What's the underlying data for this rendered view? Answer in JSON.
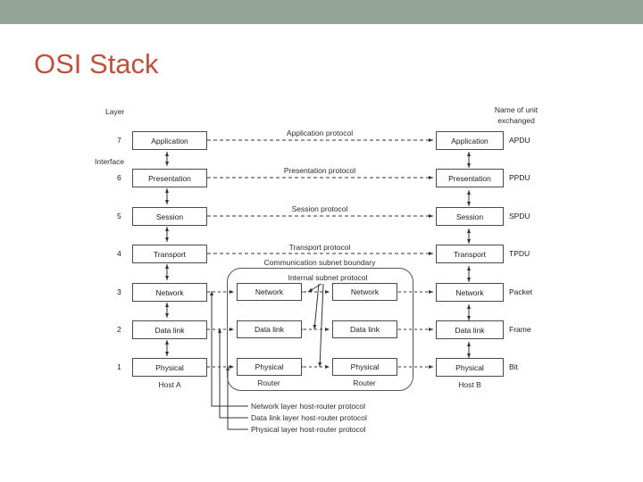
{
  "slide": {
    "title": "OSI Stack",
    "title_color": "#c0503c",
    "topbar_color": "#95a499"
  },
  "diagram": {
    "header_left": "Layer",
    "header_interface": "Interface",
    "header_right_line1": "Name of unit",
    "header_right_line2": "exchanged",
    "host_a_label": "Host A",
    "host_b_label": "Host B",
    "router1_label": "Router",
    "router2_label": "Router",
    "subnet_boundary_label": "Communication subnet boundary",
    "internal_subnet_label": "Internal subnet protocol",
    "layers": [
      {
        "number": "7",
        "name": "Application",
        "protocol": "Application protocol",
        "unit": "APDU"
      },
      {
        "number": "6",
        "name": "Presentation",
        "protocol": "Presentation protocol",
        "unit": "PPDU"
      },
      {
        "number": "5",
        "name": "Session",
        "protocol": "Session protocol",
        "unit": "SPDU"
      },
      {
        "number": "4",
        "name": "Transport",
        "protocol": "Transport protocol",
        "unit": "TPDU"
      },
      {
        "number": "3",
        "name": "Network",
        "protocol": "",
        "unit": "Packet"
      },
      {
        "number": "2",
        "name": "Data link",
        "protocol": "",
        "unit": "Frame"
      },
      {
        "number": "1",
        "name": "Physical",
        "protocol": "",
        "unit": "Bit"
      }
    ],
    "router_layers": [
      {
        "name": "Network"
      },
      {
        "name": "Data link"
      },
      {
        "name": "Physical"
      }
    ],
    "host_router_protocols": [
      "Network layer host-router protocol",
      "Data link layer host-router protocol",
      "Physical layer host-router protocol"
    ]
  }
}
